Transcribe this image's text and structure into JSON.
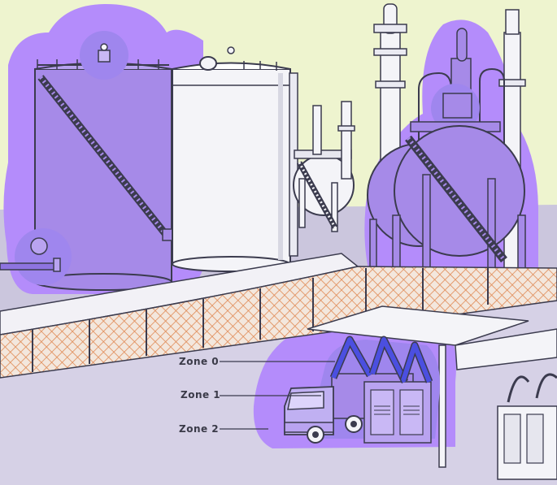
{
  "labels": {
    "zone0": "Zone 0",
    "zone1": "Zone 1",
    "zone2": "Zone 2"
  },
  "colors": {
    "background": "#eef4cf",
    "ground": "#cbc6dd",
    "zone2_halo": "#b48cfb",
    "zone1_fill": "#9f86ee",
    "zone0_blue": "#4b4fe0",
    "outline": "#3b3b4e",
    "tank_white": "#f4f4f8",
    "fence_orange": "#e08a55"
  },
  "icons": [
    "storage-tank",
    "spherical-tank",
    "refinery-tower",
    "tanker-truck",
    "loading-arm",
    "pressure-valve"
  ]
}
